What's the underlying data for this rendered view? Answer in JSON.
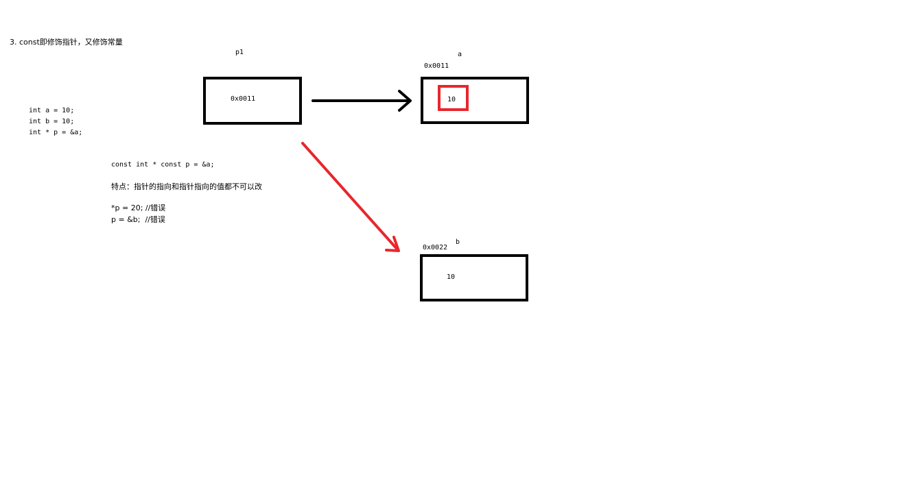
{
  "heading": "3. const即修饰指针，又修饰常量",
  "declarations": [
    "int a = 10;",
    "int b = 10;",
    "int * p = &a;"
  ],
  "explanation": {
    "code": "const int * const p = &a;",
    "feature": "特点：指针的指向和指针指向的值都不可以改",
    "errors": [
      "*p = 20; //错误",
      "p = &b;  //错误"
    ]
  },
  "pointer_box": {
    "name": "p1",
    "value": "0x0011"
  },
  "box_a": {
    "name": "a",
    "address": "0x0011",
    "value": "10"
  },
  "box_b": {
    "name": "b",
    "address": "0x0022",
    "value": "10"
  },
  "colors": {
    "highlight": "#e8262d",
    "stroke": "#000000",
    "background": "#ffffff"
  }
}
